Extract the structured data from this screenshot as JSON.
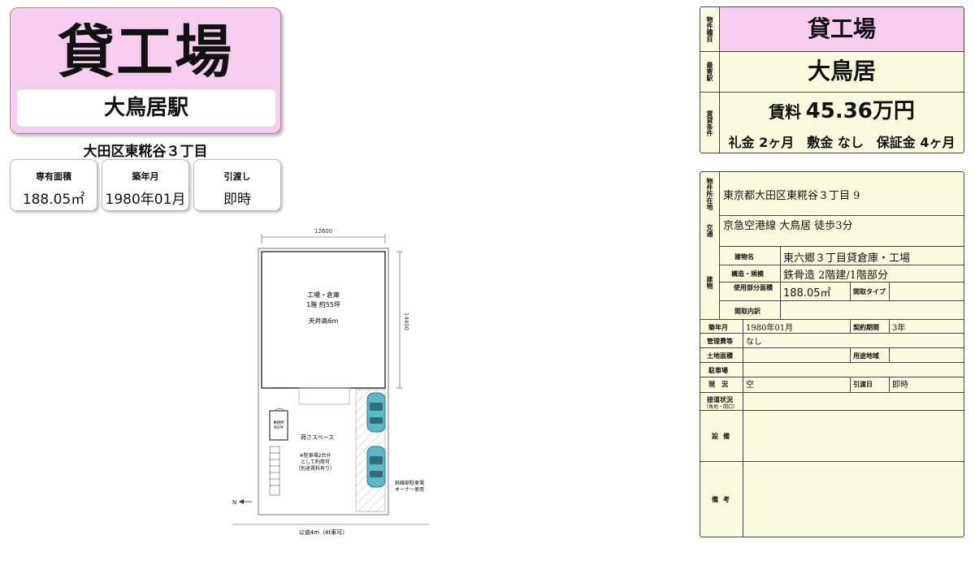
{
  "left": {
    "title": "貸工場",
    "station": "大鳥居駅",
    "address": "大田区東糀谷３丁目",
    "tiles": [
      {
        "label": "専有面積",
        "value": "188.05㎡"
      },
      {
        "label": "築年月",
        "value": "1980年01月"
      },
      {
        "label": "引渡し",
        "value": "即時"
      }
    ]
  },
  "plan": {
    "width_dim": "12600",
    "depth_dim": "14400",
    "room_name": "工場・倉庫",
    "room_area": "1階 約55坪",
    "ceiling": "天井高6m",
    "office_label_1": "事務所",
    "office_label_2": "約2坪",
    "loading_space": "荷さスペース",
    "parking_note_1": "※駐車場2台分",
    "parking_note_2": "として利用可",
    "parking_note_3": "（別途賃料有り）",
    "owner_parking_1": "斜線部駐車場",
    "owner_parking_2": "オーナー使用",
    "road": "公道4m（4t車可）",
    "north": "N"
  },
  "summary": {
    "side_labels": [
      "物件種目",
      "最寄駅",
      "賃貸条件"
    ],
    "type": "貸工場",
    "station": "大鳥居",
    "rent_label": "賃料",
    "rent_value": "45.36万円",
    "fees": "礼金 2ヶ月　敷金 なし　保証金 4ヶ月"
  },
  "detail": {
    "location_label": "物件所在地",
    "location_value": "東京都大田区東糀谷３丁目 9",
    "transport_label": "交通",
    "transport_value": "京急空港線 大鳥居 徒歩3分",
    "building_label": "建物",
    "building_name_label": "建物名",
    "building_name_value": "東六郷３丁目貸倉庫・工場",
    "structure_label": "構造・規模",
    "structure_value": "鉄骨造 2階建/1階部分",
    "area_label": "使用部分面積",
    "area_value": "188.05㎡",
    "layout_type_label": "間取タイプ",
    "layout_detail_label": "間取内訳",
    "built_label": "築年月",
    "built_value": "1980年01月",
    "contract_label": "契約期間",
    "contract_value": "3年",
    "mgmt_label": "管理費等",
    "mgmt_value": "なし",
    "land_label": "土地面積",
    "zoning_label": "用途地域",
    "parking_label": "駐車場",
    "status_label": "現　況",
    "status_value": "空",
    "handover_label": "引渡日",
    "handover_value": "即時",
    "road_label": "接道状況",
    "road_sub": "（角地・間口）",
    "equipment_label": "設備",
    "remarks_label": "備考"
  }
}
